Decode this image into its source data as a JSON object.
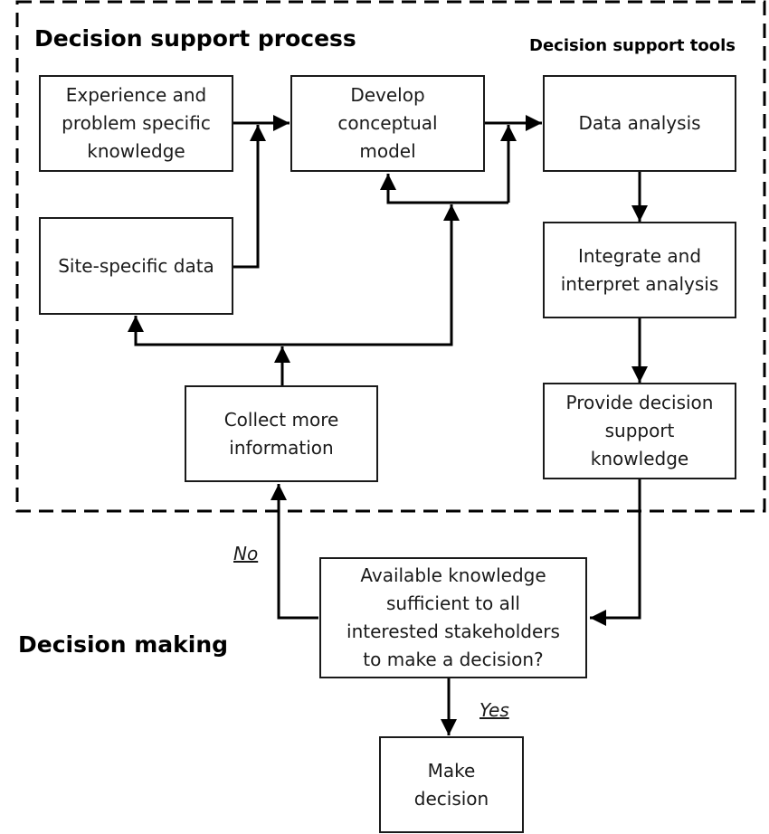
{
  "sections": {
    "process_title": "Decision support process",
    "tools_title": "Decision support tools",
    "making_title": "Decision making"
  },
  "boxes": {
    "experience": "Experience and\nproblem specific\nknowledge",
    "site_data": "Site-specific data",
    "conceptual_model": "Develop\nconceptual\nmodel",
    "data_analysis": "Data analysis",
    "integrate": "Integrate and\ninterpret analysis",
    "provide_knowledge": "Provide decision\nsupport\nknowledge",
    "collect_info": "Collect more\ninformation",
    "decision_question": "Available knowledge\nsufficient to all\ninterested stakeholders\nto make a decision?",
    "make_decision": "Make\ndecision"
  },
  "branch_labels": {
    "no": "No",
    "yes": "Yes"
  },
  "colors": {
    "stroke": "#1a1a1a",
    "background": "#ffffff"
  }
}
